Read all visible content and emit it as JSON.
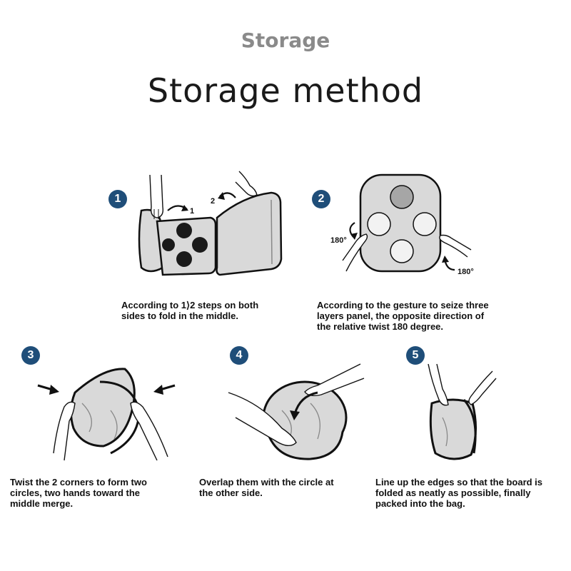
{
  "header": {
    "subtitle": "Storage",
    "title": "Storage method"
  },
  "steps": [
    {
      "number": "1",
      "caption_lines": [
        "According to 1⟩2 steps on both",
        "sides to fold in the middle."
      ],
      "arrow_labels": [
        "1",
        "2"
      ]
    },
    {
      "number": "2",
      "caption_lines": [
        "According to the gesture to seize three",
        "layers panel, the opposite direction of",
        "the relative twist 180 degree."
      ],
      "angle_labels": [
        "180°",
        "180°"
      ]
    },
    {
      "number": "3",
      "caption_lines": [
        "Twist the 2 corners to form two",
        "circles, two hands toward the",
        "middle merge."
      ]
    },
    {
      "number": "4",
      "caption_lines": [
        "Overlap them with the circle at",
        "the other side."
      ]
    },
    {
      "number": "5",
      "caption_lines": [
        "Line up the edges so that the board is",
        "folded as neatly as possible, finally",
        "packed into the bag."
      ]
    }
  ],
  "colors": {
    "badge": "#1f4e79",
    "panel_fill": "#d9d9d9",
    "hole_dark": "#1a1a1a",
    "hole_grey": "#a6a6a6",
    "outline": "#111111",
    "subtitle": "#8a8a8a"
  },
  "icons": [
    "hand-icon",
    "curved-arrow-icon",
    "straight-arrow-icon"
  ]
}
